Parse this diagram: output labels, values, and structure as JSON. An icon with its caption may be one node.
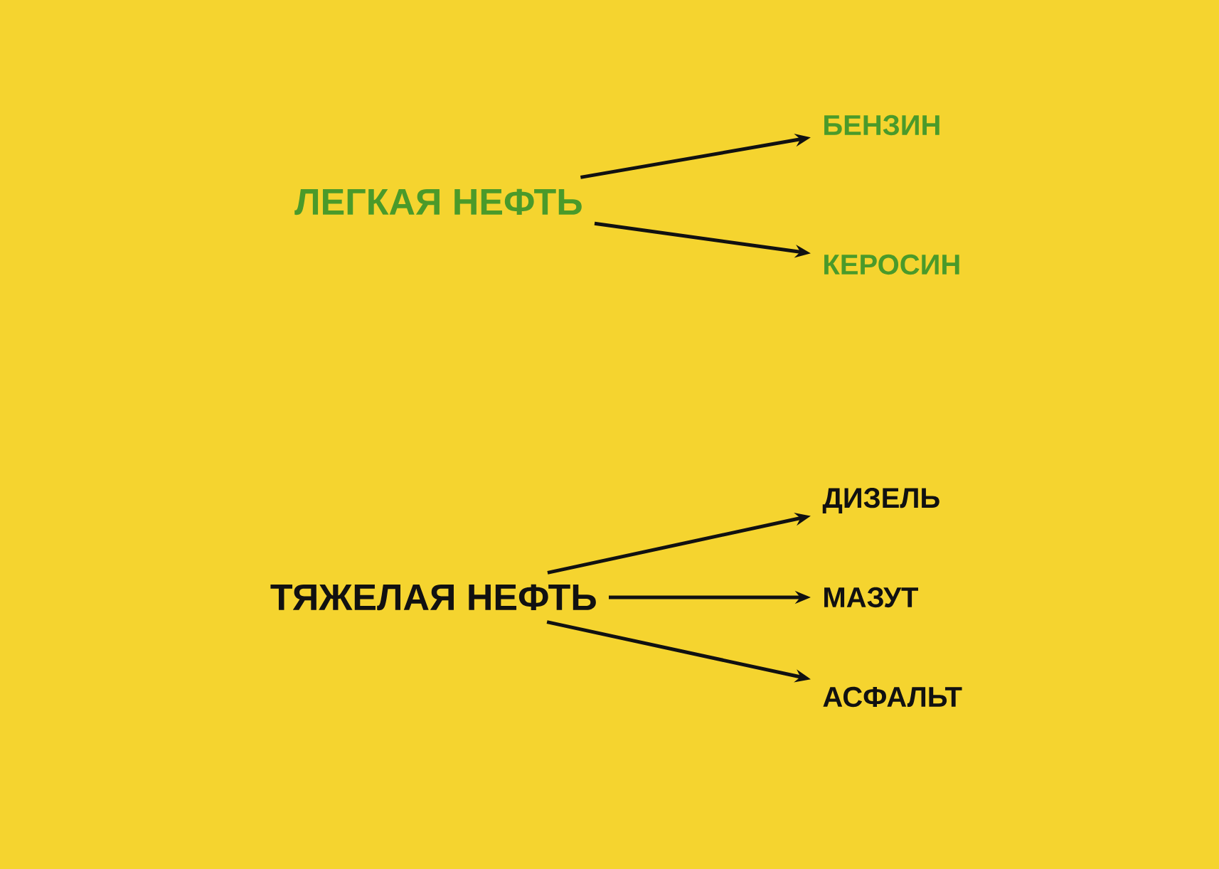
{
  "diagram": {
    "nodes": [
      {
        "text": [
          "ЛЕГКАЯ НЕФТЬ"
        ]
      },
      {
        "text": [
          "БЕНЗИН"
        ]
      },
      {
        "text": [
          "КЕРОСИН"
        ]
      },
      {
        "text": [
          "ТЯЖЕЛАЯ НЕФТЬ"
        ]
      },
      {
        "text": [
          "ДИЗЕЛЬ"
        ]
      },
      {
        "text": [
          "МАЗУТ"
        ]
      },
      {
        "text": [
          "АСФАЛЬТ"
        ]
      }
    ],
    "edges": [
      {
        "from": 0,
        "to": 1,
        "arrow": "to"
      },
      {
        "from": 0,
        "to": 2,
        "arrow": "to"
      },
      {
        "from": 3,
        "to": 4,
        "arrow": "to"
      },
      {
        "from": 3,
        "to": 5,
        "arrow": "to"
      },
      {
        "from": 3,
        "to": 6,
        "arrow": "to"
      }
    ]
  }
}
